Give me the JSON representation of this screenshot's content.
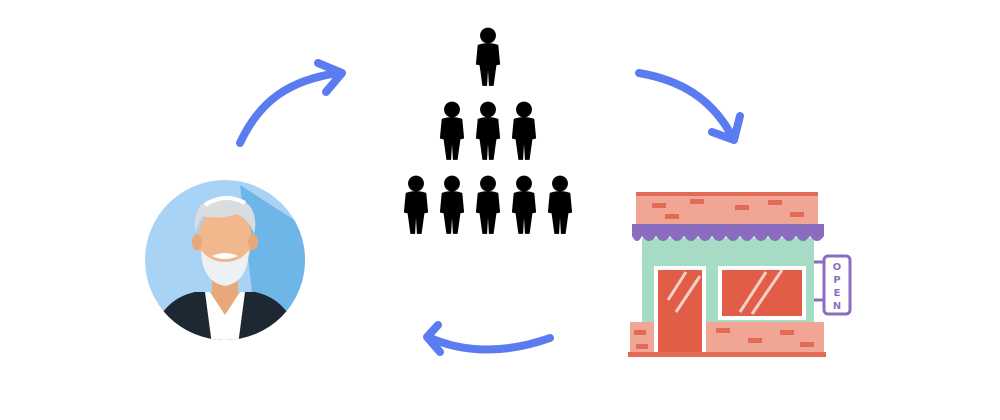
{
  "diagram": {
    "nodes": [
      {
        "id": "person",
        "icon": "elderly-man-avatar-icon"
      },
      {
        "id": "crowd",
        "icon": "people-pyramid-icon"
      },
      {
        "id": "store",
        "icon": "storefront-icon"
      }
    ],
    "arrows": [
      {
        "from": "person",
        "to": "crowd",
        "color": "#5b7bf0"
      },
      {
        "from": "crowd",
        "to": "store",
        "color": "#5b7bf0"
      },
      {
        "from": "store",
        "to": "person",
        "color": "#5b7bf0"
      }
    ],
    "store_sign": {
      "letters": [
        "O",
        "P",
        "E",
        "N"
      ]
    }
  },
  "colors": {
    "arrow": "#5b7bf0",
    "avatar_bg": "#a9d3f5",
    "brick": "#f0a595",
    "brick_dark": "#e36a55",
    "awning": "#8a6cc0",
    "store_wall": "#a6dcc5",
    "window": "#e15d48",
    "silhouette": "#000000"
  }
}
